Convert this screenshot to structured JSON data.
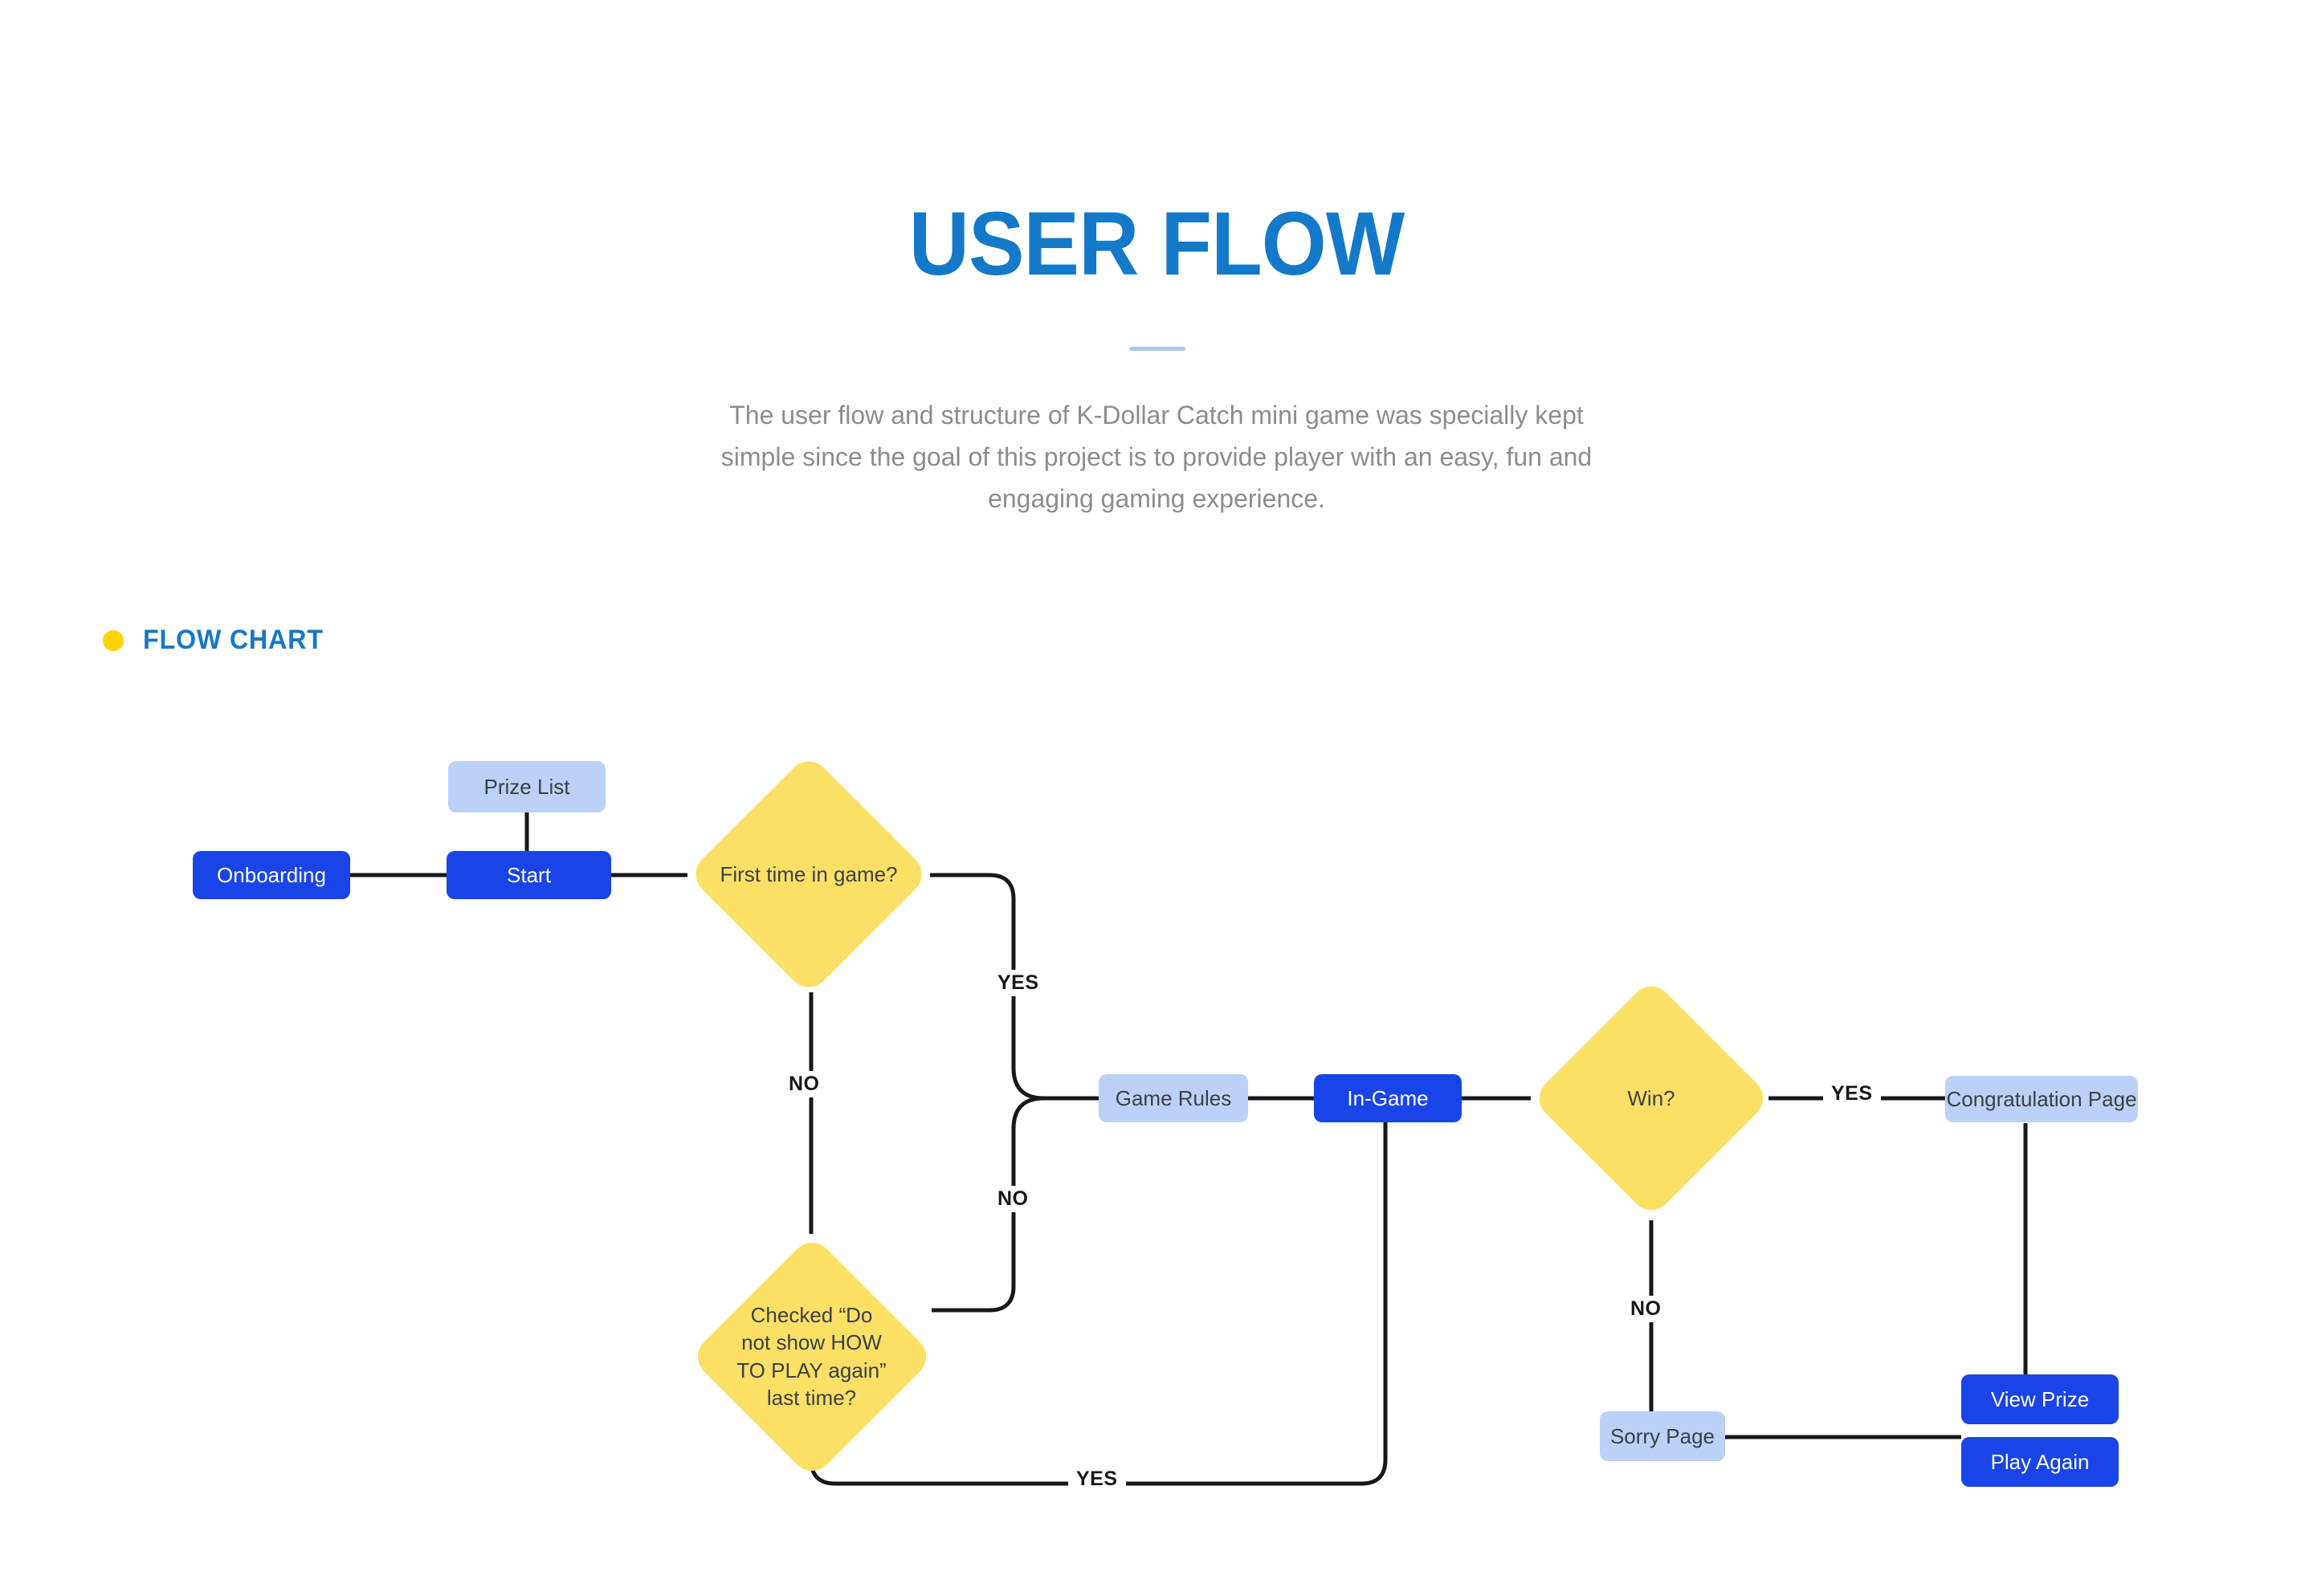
{
  "header": {
    "title": "USER FLOW",
    "subtitle": "The user flow and structure of K-Dollar Catch mini game was specially kept simple since the goal of this project is to provide player with an easy, fun and engaging gaming experience."
  },
  "section": {
    "label": "FLOW CHART",
    "bullet_color": "#FFD400",
    "label_color": "#1479C9"
  },
  "colors": {
    "title_blue": "#1479C9",
    "node_primary": "#1944E8",
    "node_secondary": "#BBD1F7",
    "decision_yellow": "#FCE065",
    "edge": "#16181C",
    "subtitle_gray": "#8A8D91"
  },
  "chart_data": {
    "type": "diagram",
    "title": "FLOW CHART",
    "nodes": [
      {
        "id": "onboarding",
        "label": "Onboarding",
        "shape": "rounded-rect",
        "style": "primary"
      },
      {
        "id": "prize-list",
        "label": "Prize List",
        "shape": "rounded-rect",
        "style": "secondary"
      },
      {
        "id": "start",
        "label": "Start",
        "shape": "rounded-rect",
        "style": "primary"
      },
      {
        "id": "first-time",
        "label": "First time in game?",
        "shape": "diamond",
        "style": "decision"
      },
      {
        "id": "checked-how-to-play",
        "label": "Checked “Do not show HOW TO PLAY again” last time?",
        "shape": "diamond",
        "style": "decision"
      },
      {
        "id": "game-rules",
        "label": "Game Rules",
        "shape": "rounded-rect",
        "style": "secondary"
      },
      {
        "id": "in-game",
        "label": "In-Game",
        "shape": "rounded-rect",
        "style": "primary"
      },
      {
        "id": "win",
        "label": "Win?",
        "shape": "diamond",
        "style": "decision"
      },
      {
        "id": "congratulation-page",
        "label": "Congratulation Page",
        "shape": "rounded-rect",
        "style": "secondary"
      },
      {
        "id": "sorry-page",
        "label": "Sorry Page",
        "shape": "rounded-rect",
        "style": "secondary"
      },
      {
        "id": "view-prize",
        "label": "View Prize",
        "shape": "rounded-rect",
        "style": "primary"
      },
      {
        "id": "play-again",
        "label": "Play Again",
        "shape": "rounded-rect",
        "style": "primary"
      }
    ],
    "edges": [
      {
        "from": "onboarding",
        "to": "start",
        "label": ""
      },
      {
        "from": "prize-list",
        "to": "start",
        "label": ""
      },
      {
        "from": "start",
        "to": "first-time",
        "label": ""
      },
      {
        "from": "first-time",
        "to": "game-rules",
        "label": "YES"
      },
      {
        "from": "first-time",
        "to": "checked-how-to-play",
        "label": "NO"
      },
      {
        "from": "checked-how-to-play",
        "to": "game-rules",
        "label": "NO"
      },
      {
        "from": "checked-how-to-play",
        "to": "in-game",
        "label": "YES"
      },
      {
        "from": "game-rules",
        "to": "in-game",
        "label": ""
      },
      {
        "from": "in-game",
        "to": "win",
        "label": ""
      },
      {
        "from": "win",
        "to": "congratulation-page",
        "label": "YES"
      },
      {
        "from": "win",
        "to": "sorry-page",
        "label": "NO"
      },
      {
        "from": "congratulation-page",
        "to": "view-prize",
        "label": ""
      },
      {
        "from": "sorry-page",
        "to": "play-again",
        "label": ""
      }
    ],
    "edge_labels": {
      "first_time_yes": "YES",
      "first_time_no": "NO",
      "checked_no": "NO",
      "checked_yes": "YES",
      "win_yes": "YES",
      "win_no": "NO"
    }
  }
}
